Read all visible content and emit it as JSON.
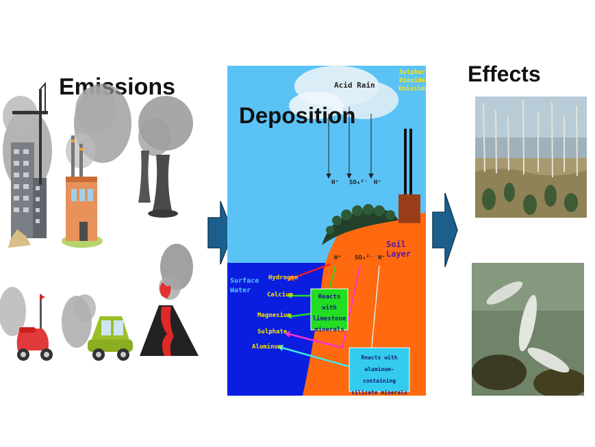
{
  "headings": {
    "emissions": "Emissions",
    "deposition": "Deposition",
    "effects": "Effects"
  },
  "deposition_diagram": {
    "acid_rain": "Acid Rain",
    "emissions_label_lines": [
      "Sulphur",
      "Dioxide",
      "Emissions"
    ],
    "sky_ions": [
      "H⁺",
      "SO₄²⁻",
      "H⁺"
    ],
    "soil_ions": [
      "H⁺",
      "SO₄²⁻",
      "H⁺"
    ],
    "soil_layer": "Soil Layer",
    "surface_water_lines": [
      "Surface",
      "Water"
    ],
    "released_ions": [
      "Hydrogen",
      "Calcium",
      "Magnesium",
      "Sulphate",
      "Aluminum"
    ],
    "limestone_box_lines": [
      "Reacts with",
      "limestone",
      "minerals"
    ],
    "silicate_box_lines": [
      "Reacts with",
      "aluminum-containing",
      "silicate minerals"
    ]
  },
  "colors": {
    "sky": "#5bc2f6",
    "soil": "#ff6a10",
    "water": "#0a1ee0",
    "arrow": "#1c5f8c",
    "label_yellow": "#ffe600",
    "hydrogen_arrow": "#ff1a1a",
    "green_arrow": "#22dd22",
    "pink_arrow": "#ff30d0",
    "cyan_arrow": "#40e8e8"
  }
}
